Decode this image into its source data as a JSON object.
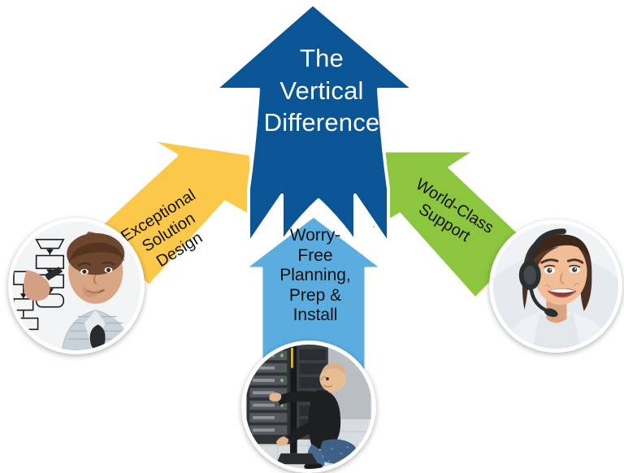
{
  "diagram": {
    "title": "The Vertical Difference",
    "type": "converging-arrows-infographic",
    "background_color": "#ffffff"
  },
  "main_arrow": {
    "name": "the-vertical-difference",
    "label": "The\nVertical\nDifference",
    "color": "#0A5595",
    "text_color": "#ffffff",
    "direction": "up"
  },
  "feeder_arrows": [
    {
      "name": "exceptional-solution-design",
      "label": "Exceptional\nSolution\nDesign",
      "color": "#FBC84A",
      "text_color": "#111111",
      "direction": "up-right",
      "rotation_deg": -32
    },
    {
      "name": "worry-free-planning-prep-install",
      "label": "Worry-\nFree\nPlanning,\nPrep &\nInstall",
      "color": "#5BADE0",
      "text_color": "#111111",
      "direction": "up",
      "rotation_deg": 0
    },
    {
      "name": "world-class-support",
      "label": "World-Class\nSupport",
      "color": "#8CC63E",
      "text_color": "#111111",
      "direction": "up-left",
      "rotation_deg": 32
    }
  ],
  "photos": [
    {
      "name": "photo-solution-design",
      "description": "Man drawing a flowchart diagram on a glass board"
    },
    {
      "name": "photo-planning-install",
      "description": "Technician kneeling at server racks in a data center"
    },
    {
      "name": "photo-support-agent",
      "description": "Smiling woman wearing a call-center headset"
    }
  ],
  "colors": {
    "dark_blue": "#0A5595",
    "yellow": "#FBC84A",
    "light_blue": "#5BADE0",
    "green": "#8CC63E",
    "outline_white": "#ffffff"
  }
}
